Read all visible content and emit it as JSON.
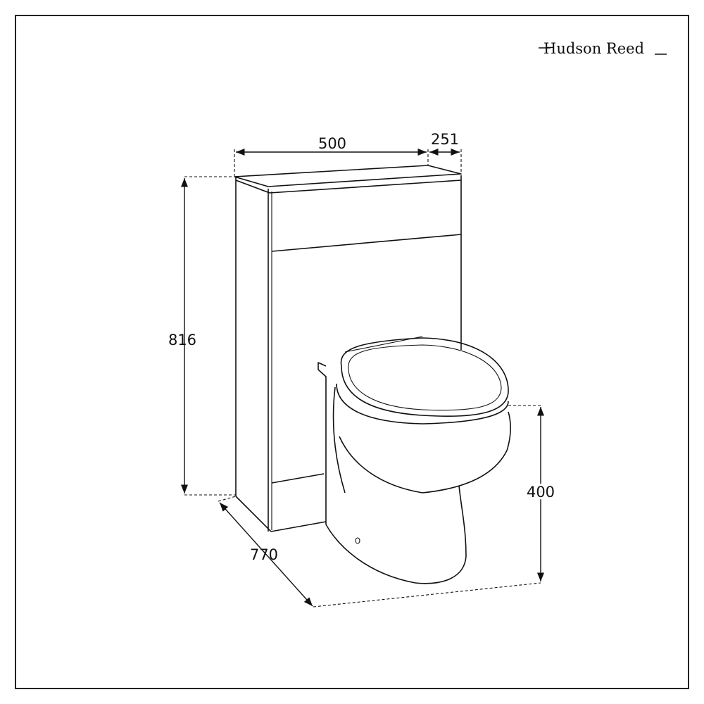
{
  "logo": {
    "text": "Hudson Reed"
  },
  "dimensions": {
    "width": "500",
    "depth": "251",
    "height": "816",
    "projection": "770",
    "pan_height": "400"
  },
  "colors": {
    "line": "#111111",
    "background": "#ffffff"
  }
}
